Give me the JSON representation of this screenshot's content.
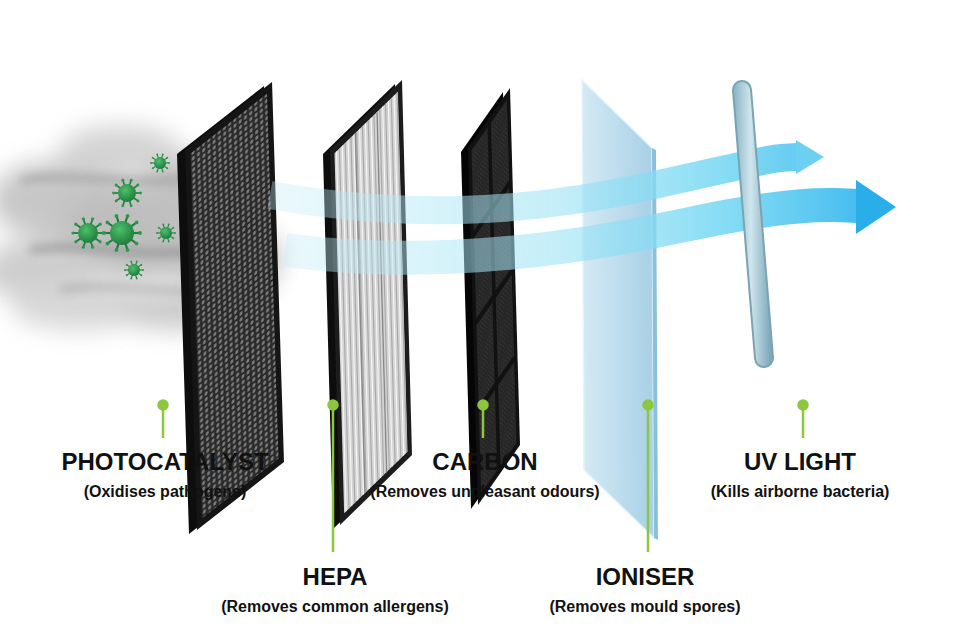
{
  "diagram": {
    "labels": [
      "PHOTOCATALYST",
      "(Oxidises pathogens)",
      "HEPA",
      "(Removes common allergens)",
      "CARBON",
      "(Removes unpleasant odours)",
      "IONISER",
      "(Removes mould spores)",
      "UV LIGHT",
      "(Kills airborne bacteria)"
    ]
  }
}
